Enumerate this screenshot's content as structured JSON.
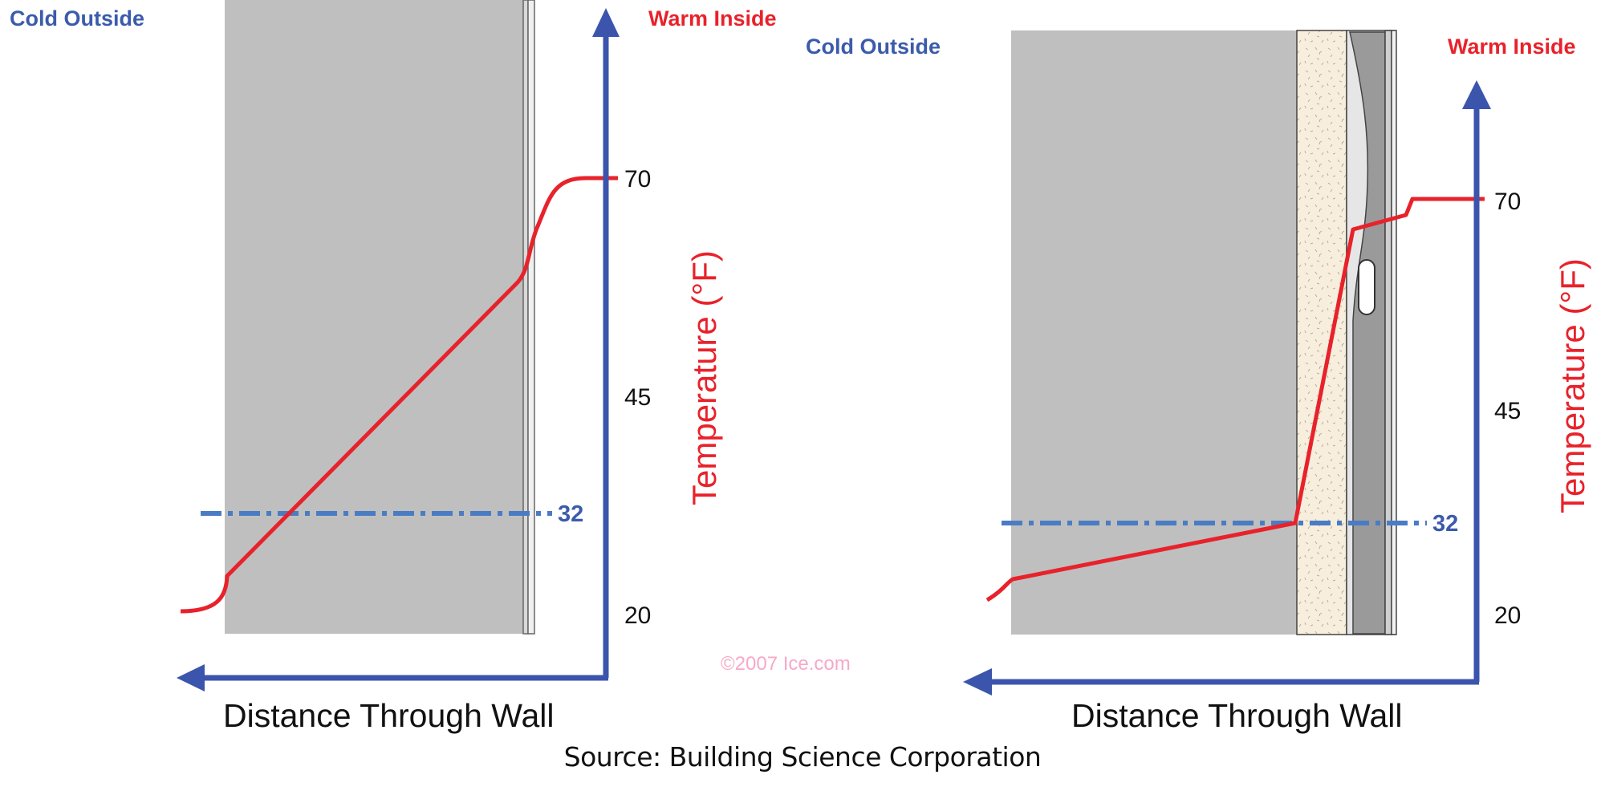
{
  "diagrams": [
    {
      "cold_label": "Cold Outside",
      "warm_label": "Warm Inside",
      "ticks": [
        "70",
        "45",
        "20"
      ],
      "freeze_label": "32",
      "y_title": "Temperature (°F)",
      "x_title": "Distance Through Wall"
    },
    {
      "cold_label": "Cold Outside",
      "warm_label": "Warm Inside",
      "ticks": [
        "70",
        "45",
        "20"
      ],
      "freeze_label": "32",
      "y_title": "Temperature (°F)",
      "x_title": "Distance Through Wall"
    }
  ],
  "copyright": "©2007 Ice.com",
  "source": "Source: Building Science Corporation",
  "colors": {
    "brick": "#eeae97",
    "mortar": "#bfbfbf",
    "axis": "#3b55ad",
    "temperature_line": "#e8222b",
    "freeze_line": "#4a7cc4",
    "insulation": "#f7eedd"
  }
}
